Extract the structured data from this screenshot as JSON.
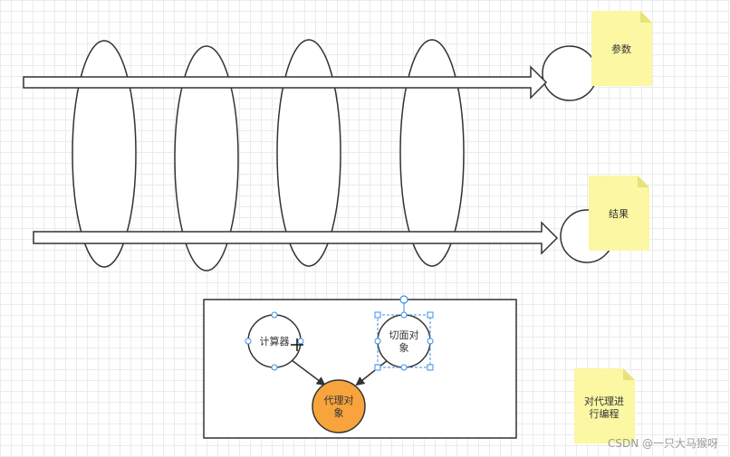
{
  "notes": {
    "params": "参数",
    "result": "结果",
    "aop_line1": "对代理进",
    "aop_line2": "行编程"
  },
  "nodes": {
    "calculator": "计算器",
    "aspect_line1": "切面对",
    "aspect_line2": "象",
    "proxy_line1": "代理对",
    "proxy_line2": "象"
  },
  "watermark": "CSDN @一只大马猴呀",
  "colors": {
    "note_fill": "#fbf7a3",
    "proxy_fill": "#f7a43c",
    "selection": "#3d8ee8",
    "stroke": "#333333"
  }
}
